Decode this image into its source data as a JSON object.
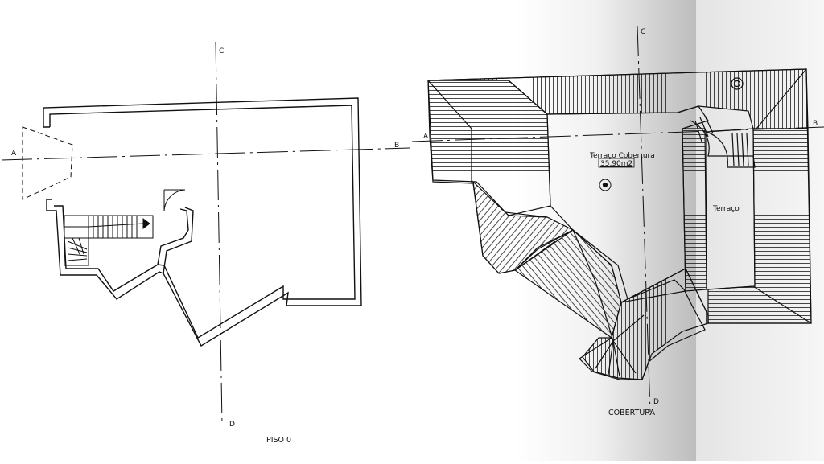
{
  "plan_left": {
    "title": "PISO 0",
    "section_marks": {
      "a": "A",
      "b": "B",
      "c": "C",
      "d": "D"
    }
  },
  "plan_right": {
    "title": "COBERTURA",
    "section_marks": {
      "a": "A",
      "b": "B",
      "c": "C",
      "d": "D"
    },
    "label_terrace_roof": "Terraço Cobertura",
    "label_area": "35,90m2",
    "label_terrace": "Terraço"
  },
  "colors": {
    "ink": "#111111",
    "scan_shadow": "#c9c9c9",
    "paper": "#ffffff"
  }
}
